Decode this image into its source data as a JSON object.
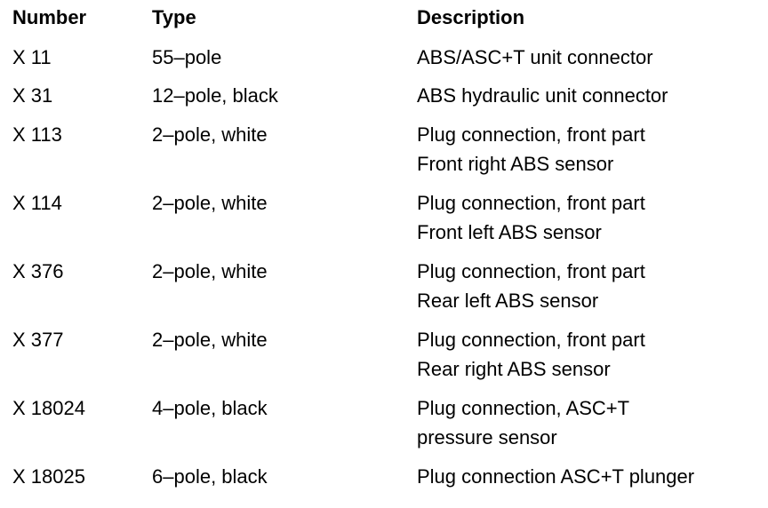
{
  "table": {
    "headers": {
      "number": "Number",
      "type": "Type",
      "description": "Description"
    },
    "rows": [
      {
        "number": "X 11",
        "type": "55–pole",
        "description": [
          "ABS/ASC+T unit connector"
        ]
      },
      {
        "number": "X 31",
        "type": "12–pole, black",
        "description": [
          "ABS hydraulic unit connector"
        ]
      },
      {
        "number": "X 113",
        "type": "2–pole, white",
        "description": [
          "Plug connection, front part",
          "Front right ABS sensor"
        ]
      },
      {
        "number": "X 114",
        "type": "2–pole, white",
        "description": [
          "Plug connection, front part",
          "Front left ABS sensor"
        ]
      },
      {
        "number": "X 376",
        "type": "2–pole, white",
        "description": [
          "Plug connection, front part",
          "Rear left ABS sensor"
        ]
      },
      {
        "number": "X 377",
        "type": "2–pole, white",
        "description": [
          "Plug connection, front part",
          "Rear right ABS sensor"
        ]
      },
      {
        "number": "X 18024",
        "type": "4–pole, black",
        "description": [
          "Plug connection, ASC+T",
          "pressure sensor"
        ]
      },
      {
        "number": "X 18025",
        "type": "6–pole, black",
        "description": [
          "Plug connection ASC+T plunger"
        ]
      }
    ]
  }
}
